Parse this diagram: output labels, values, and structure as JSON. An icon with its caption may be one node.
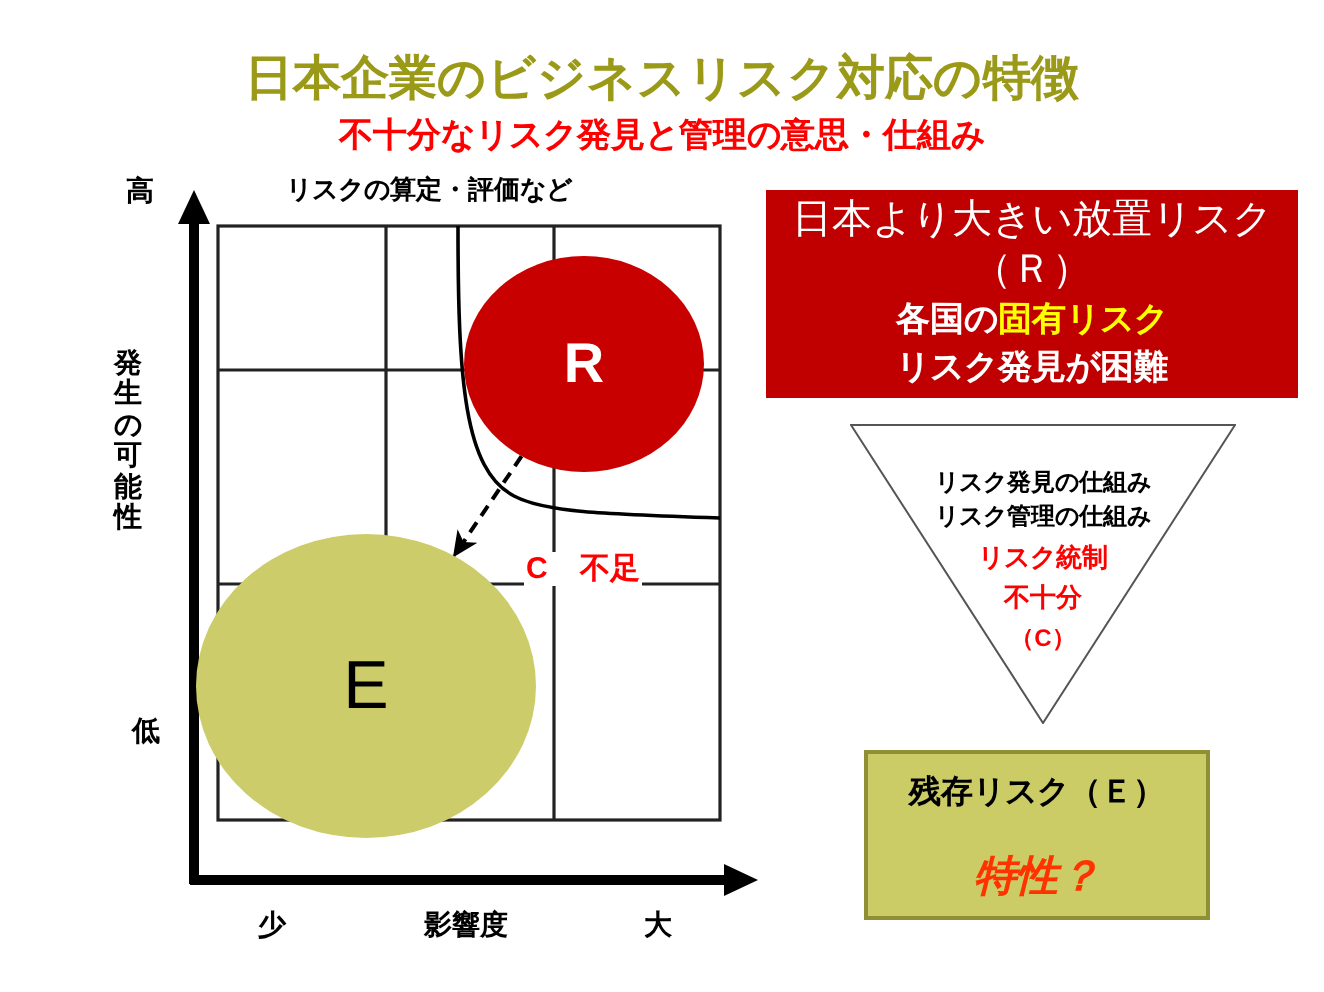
{
  "diagram": {
    "title": "日本企業のビジネスリスク対応の特徴",
    "nodes": [
      {
        "text": [
          "R"
        ]
      },
      {
        "text": [
          "E"
        ]
      },
      {
        "text": [
          "日本より大きい放置リスク（Ｒ）",
          "各国の**固有リスク**",
          "リスク発見が困難"
        ]
      },
      {
        "text": [
          "リスク発見の仕組み",
          "リスク管理の仕組み",
          "リスク統制",
          "不十分",
          "（C）"
        ]
      },
      {
        "text": [
          "残存リスク（Ｅ）",
          "特性？"
        ]
      }
    ],
    "edges": [
      {
        "from": 0,
        "to": 1,
        "arrow": "to",
        "style": "dashed",
        "label": "C 不足"
      }
    ],
    "labels": [
      "不十分なリスク発見と管理の意思・仕組み",
      "高",
      "リスクの算定・評価など",
      "発生の可能性",
      "低",
      "少",
      "影響度",
      "大"
    ]
  }
}
